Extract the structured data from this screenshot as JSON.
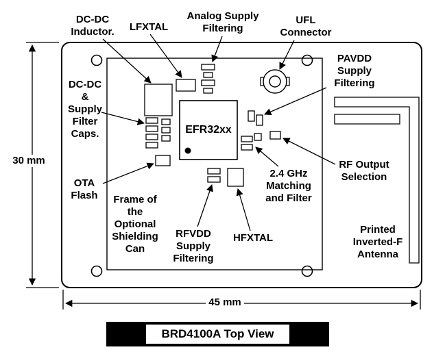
{
  "diagram": {
    "caption": "BRD4100A Top View",
    "chip": "EFR32xx",
    "dimensions": {
      "height": "30 mm",
      "width": "45 mm"
    },
    "labels": {
      "dcdc_inductor": "DC-DC\nInductor.",
      "lfxtal": "LFXTAL",
      "analog_supply": "Analog Supply\nFiltering",
      "ufl": "UFL\nConnector",
      "pavdd": "PAVDD\nSupply\nFiltering",
      "dcdc_caps": "DC-DC\n&\nSupply\nFilter\nCaps.",
      "ota_flash": "OTA\nFlash",
      "shield_frame": "Frame of\nthe\nOptional\nShielding\nCan",
      "rfvdd": "RFVDD\nSupply\nFiltering",
      "hfxtal": "HFXTAL",
      "matching": "2.4 GHz\nMatching\nand Filter",
      "rf_output": "RF Output\nSelection",
      "antenna": "Printed\nInverted-F\nAntenna"
    },
    "colors": {
      "line": "#000000",
      "background": "#ffffff",
      "caption_bar": "#000000"
    }
  }
}
